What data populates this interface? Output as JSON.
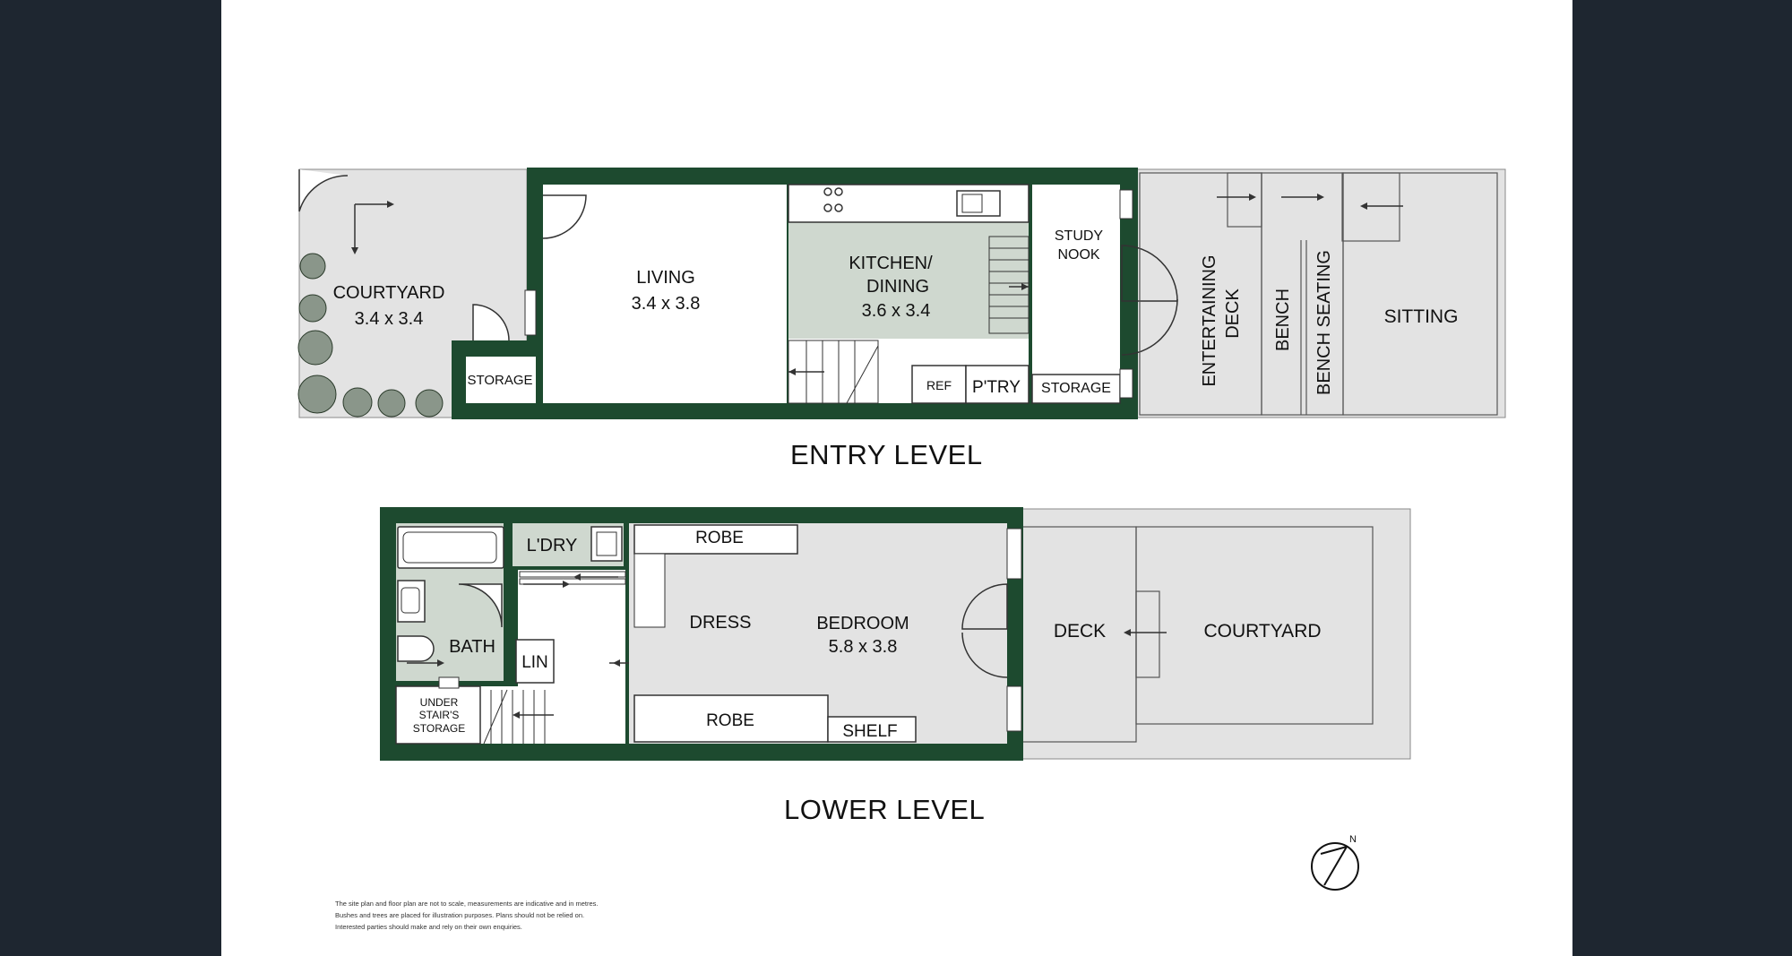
{
  "entry_level": {
    "title": "ENTRY LEVEL",
    "rooms": {
      "courtyard": {
        "name": "COURTYARD",
        "size": "3.4 x 3.4"
      },
      "living": {
        "name": "LIVING",
        "size": "3.4 x 3.8"
      },
      "kitchen": {
        "name_line1": "KITCHEN/",
        "name_line2": "DINING",
        "size": "3.6 x 3.4"
      },
      "study": {
        "name_line1": "STUDY",
        "name_line2": "NOOK"
      },
      "storage_left": "STORAGE",
      "storage_right": "STORAGE",
      "ref": "REF",
      "pantry": "P'TRY",
      "entertaining_deck_line1": "ENTERTAINING",
      "entertaining_deck_line2": "DECK",
      "bench": "BENCH",
      "bench_seating": "BENCH SEATING",
      "sitting": "SITTING"
    }
  },
  "lower_level": {
    "title": "LOWER LEVEL",
    "rooms": {
      "laundry": "L'DRY",
      "bath": "BATH",
      "linen": "LIN",
      "under_stairs_line1": "UNDER",
      "under_stairs_line2": "STAIR'S",
      "under_stairs_line3": "STORAGE",
      "robe_top": "ROBE",
      "robe_bottom": "ROBE",
      "shelf": "SHELF",
      "dress": "DRESS",
      "bedroom": {
        "name": "BEDROOM",
        "size": "5.8 x 3.8"
      },
      "deck": "DECK",
      "courtyard": "COURTYARD"
    }
  },
  "compass": {
    "north_label": "N"
  },
  "disclaimer": [
    "The site plan and floor plan are not to scale, measurements are indicative and in metres.",
    "Bushes and trees are placed for illustration purposes. Plans should not be relied on.",
    "Interested parties should make and rely on their own enquiries."
  ],
  "colors": {
    "wall": "#1d4a2f",
    "outdoor": "#e3e3e3",
    "wet_area": "#cfd8cf",
    "background": "#1e2630"
  }
}
